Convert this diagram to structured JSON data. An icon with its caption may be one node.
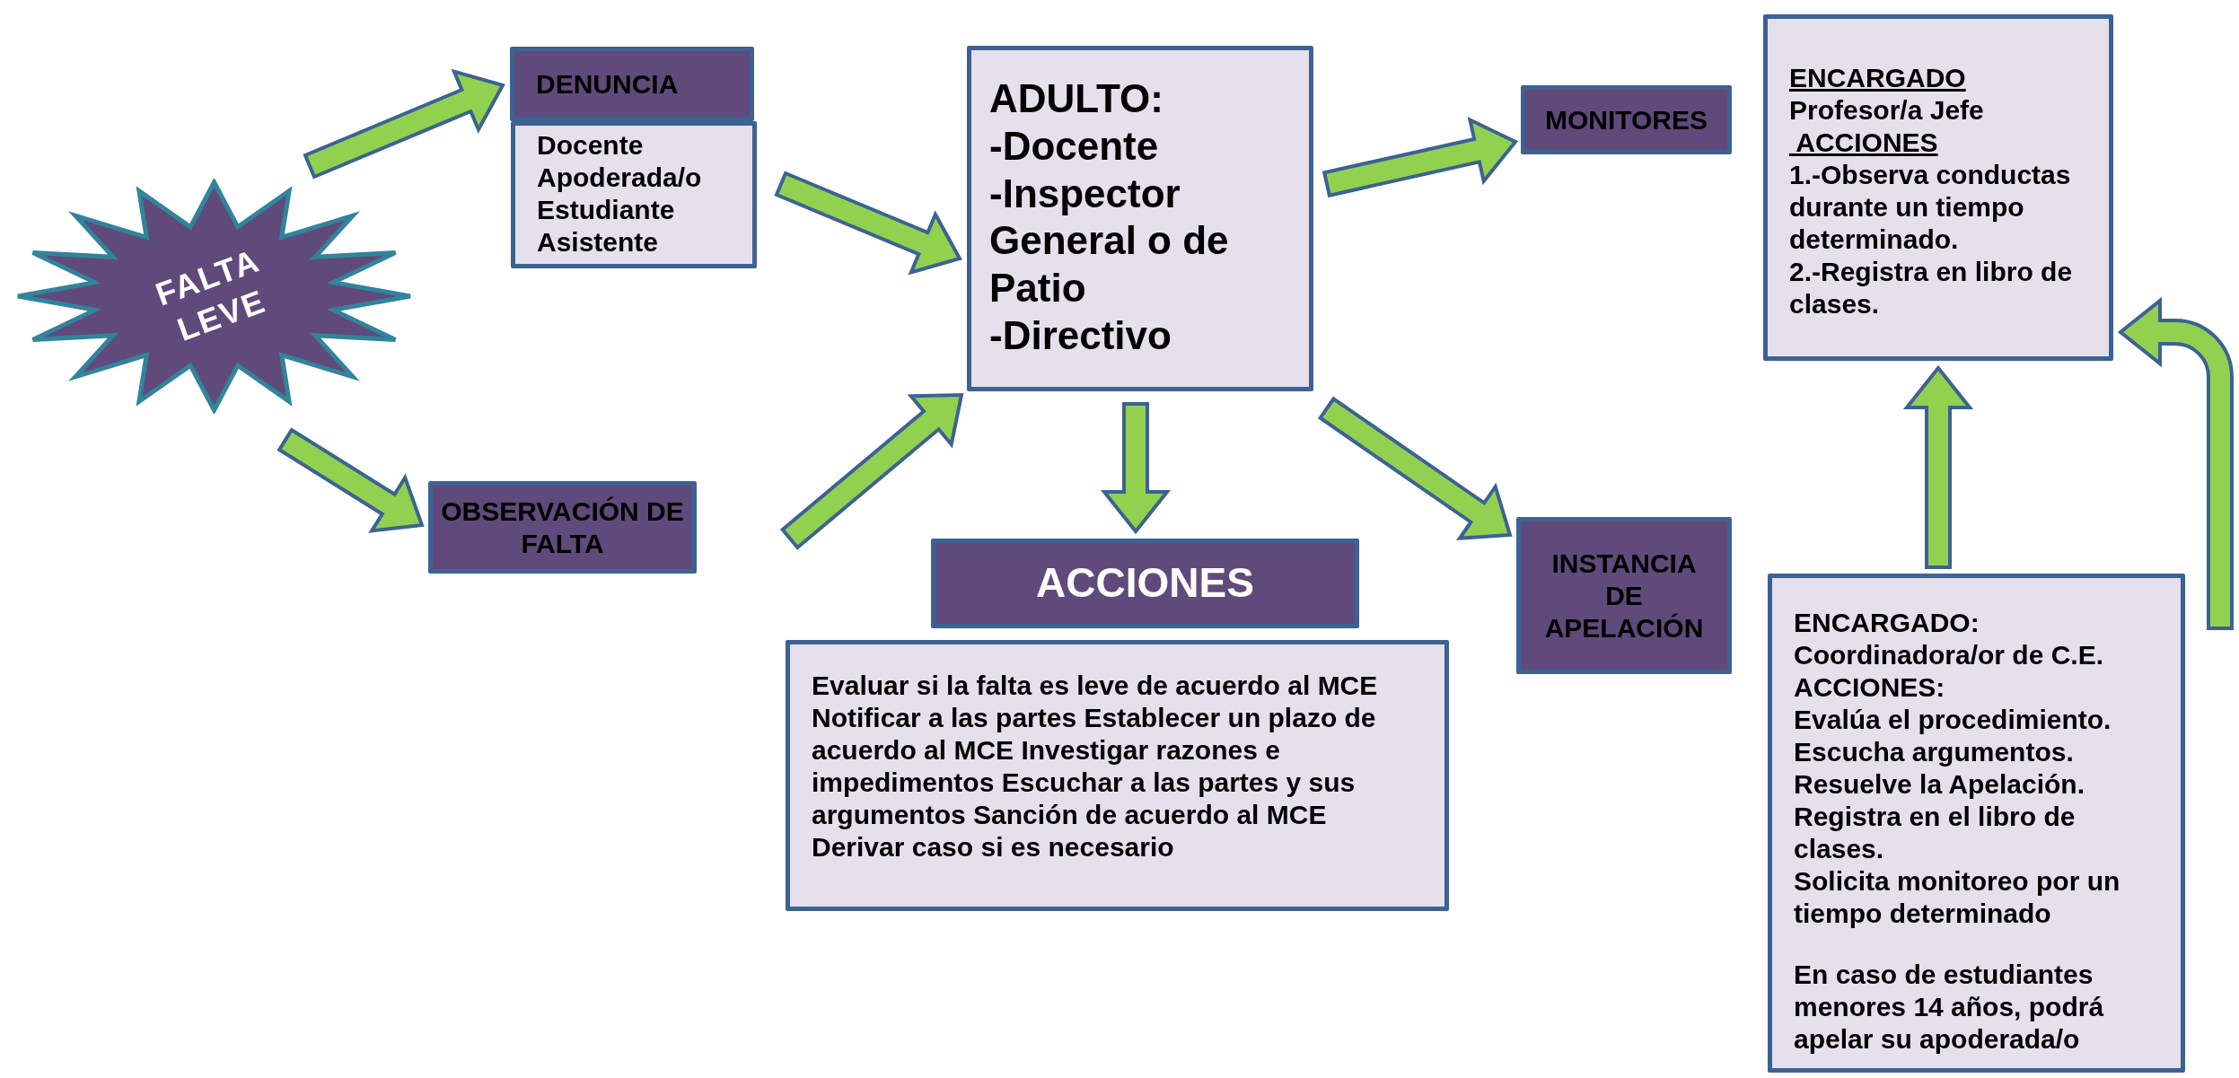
{
  "diagram": {
    "nodes": [
      {
        "text": [
          "FALTA LEVE"
        ]
      },
      {
        "text": [
          "DENUNCIA"
        ]
      },
      {
        "text": [
          "Docente",
          "Apoderada/o",
          "Estudiante",
          "Asistente"
        ]
      },
      {
        "text": [
          "OBSERVACIÓN DE FALTA"
        ]
      },
      {
        "text": [
          "ADULTO:",
          "-Docente",
          "-Inspector General o de Patio",
          "-Directivo"
        ]
      },
      {
        "text": [
          "MONITORES"
        ]
      },
      {
        "text": [
          "ENCARGADO",
          "Profesor/a Jefe",
          " ACCIONES",
          "1.-Observa conductas durante un tiempo determinado.",
          "2.-Registra en libro de clases."
        ]
      },
      {
        "text": [
          "ACCIONES"
        ]
      },
      {
        "text": [
          "Evaluar si la falta es leve de acuerdo al MCE Notificar a las partes Establecer un plazo de acuerdo al MCE Investigar razones e impedimentos Escuchar a las partes y sus argumentos Sanción de acuerdo al MCE Derivar caso si es necesario"
        ]
      },
      {
        "text": [
          "INSTANCIA DE APELACIÓN"
        ]
      },
      {
        "text": [
          "ENCARGADO:",
          "Coordinadora/or de C.E.",
          "ACCIONES:",
          "Evalúa el procedimiento.",
          "Escucha argumentos.",
          "Resuelve la Apelación.",
          "Registra en el libro de clases.",
          "Solicita monitoreo por un tiempo determinado",
          "En caso de estudiantes menores 14 años, podrá apelar su apoderada/o"
        ]
      }
    ],
    "edges": [
      {
        "from": 0,
        "to": 1,
        "arrow": "to"
      },
      {
        "from": 0,
        "to": 3,
        "arrow": "to"
      },
      {
        "from": 2,
        "to": 4,
        "arrow": "to"
      },
      {
        "from": 3,
        "to": 4,
        "arrow": "to"
      },
      {
        "from": 4,
        "to": 5,
        "arrow": "to"
      },
      {
        "from": 4,
        "to": 7,
        "arrow": "to"
      },
      {
        "from": 4,
        "to": 9,
        "arrow": "to"
      },
      {
        "from": 10,
        "to": 6,
        "arrow": "to"
      },
      {
        "from": null,
        "to": 6,
        "arrow": "to"
      }
    ]
  }
}
